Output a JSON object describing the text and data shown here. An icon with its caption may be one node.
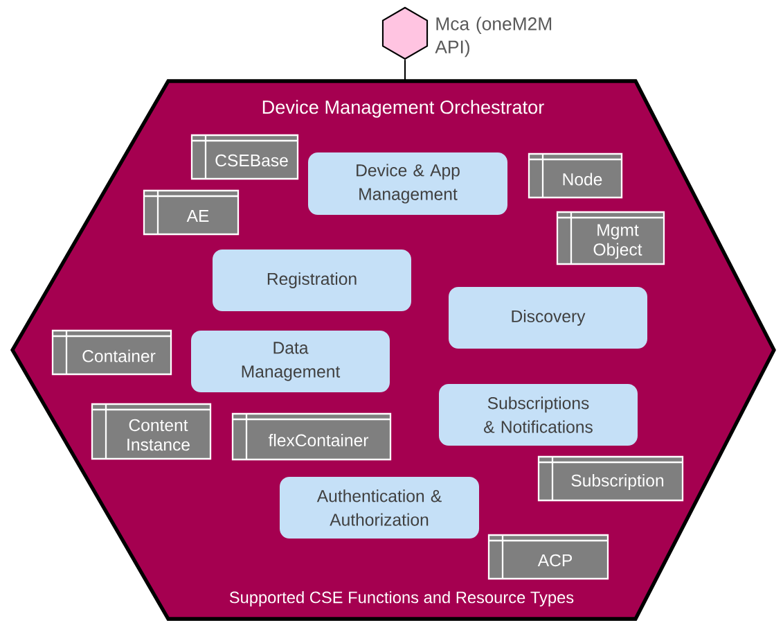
{
  "diagram": {
    "nodes": [
      {
        "text": [
          "Device Management Orchestrator",
          "Supported CSE Functions and Resource Types"
        ]
      },
      {
        "text": [],
        "shape": "hexagon",
        "beside": [
          "Mca (oneM2M API)"
        ]
      },
      {
        "text": [
          "CSEBase"
        ],
        "in": 0
      },
      {
        "text": [
          "Device & App Management"
        ],
        "in": 0
      },
      {
        "text": [
          "Node"
        ],
        "in": 0
      },
      {
        "text": [
          "AE"
        ],
        "in": 0
      },
      {
        "text": [
          "Mgmt Object"
        ],
        "in": 0
      },
      {
        "text": [
          "Registration"
        ],
        "in": 0
      },
      {
        "text": [
          "Discovery"
        ],
        "in": 0
      },
      {
        "text": [
          "Container"
        ],
        "in": 0
      },
      {
        "text": [
          "Data Management"
        ],
        "in": 0
      },
      {
        "text": [
          "Subscriptions & Notifications"
        ],
        "in": 0
      },
      {
        "text": [
          "Content Instance"
        ],
        "in": 0
      },
      {
        "text": [
          "flexContainer"
        ],
        "in": 0
      },
      {
        "text": [
          "Subscription"
        ],
        "in": 0
      },
      {
        "text": [
          "Authentication & Authorization"
        ],
        "in": 0
      },
      {
        "text": [
          "ACP"
        ],
        "in": 0
      }
    ],
    "edges": [
      {
        "from": 1,
        "to": 0,
        "arrow": "none"
      }
    ]
  }
}
